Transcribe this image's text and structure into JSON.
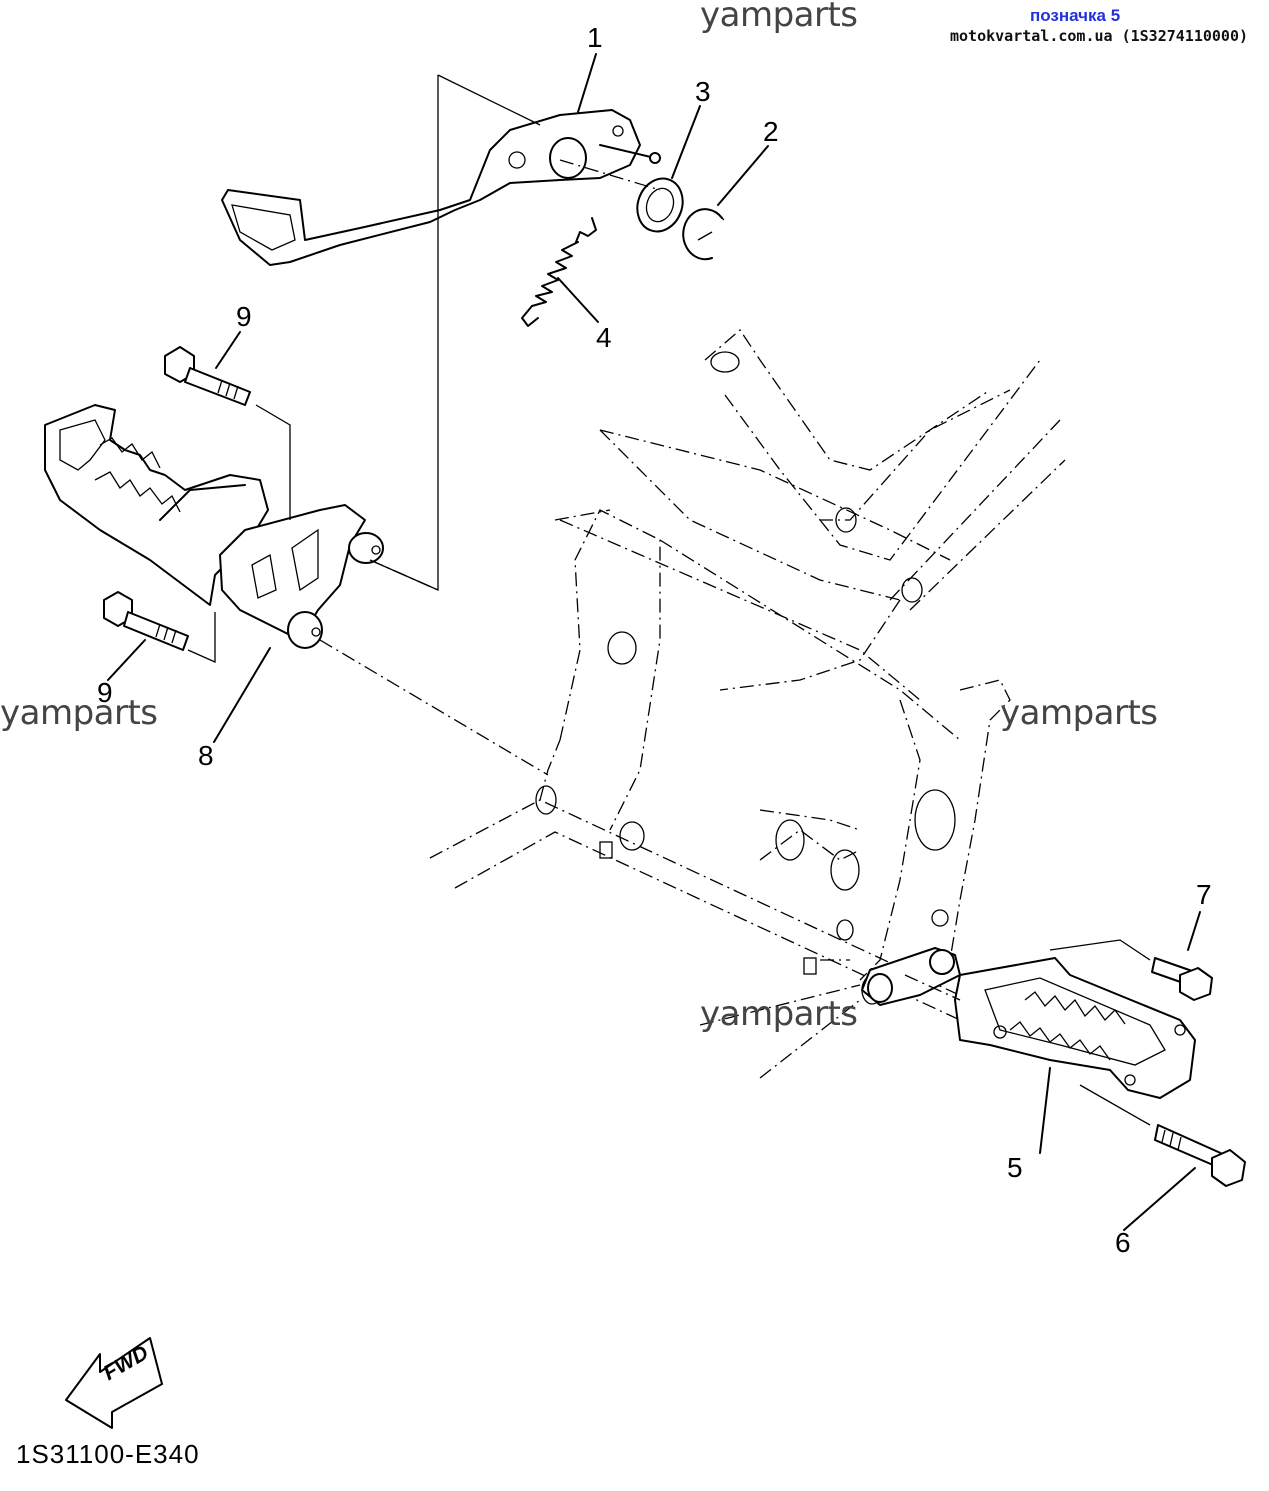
{
  "watermarks": {
    "top": "yamparts",
    "left": "yamparts",
    "right": "yamparts",
    "bottom": "yamparts"
  },
  "tag": "позначка 5",
  "source": "motokvartal.com.ua (1S3274110000)",
  "diagram_code": "1S31100-E340",
  "fwd_label": "FWD",
  "callouts": {
    "c1": "1",
    "c2": "2",
    "c3": "3",
    "c4": "4",
    "c5": "5",
    "c6": "6",
    "c7": "7",
    "c8": "8",
    "c9a": "9",
    "c9b": "9"
  }
}
